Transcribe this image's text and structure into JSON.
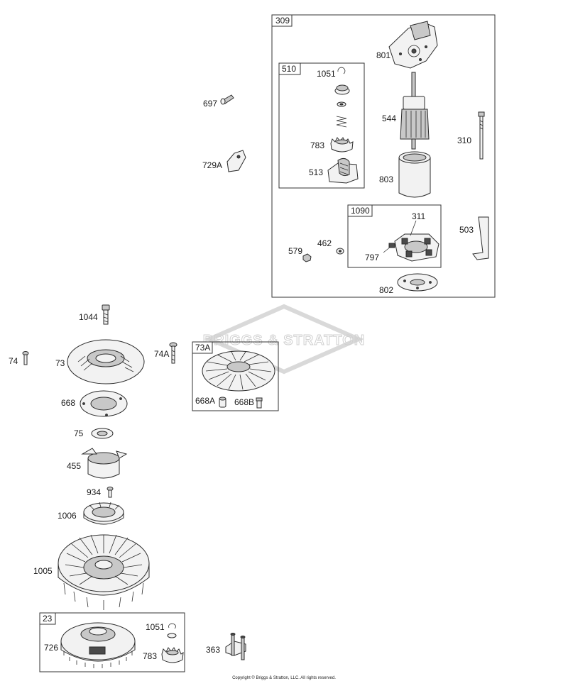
{
  "watermark": "BRIGGS & STRATTON",
  "copyright": "Copyright © Briggs & Stratton, LLC. All rights reserved.",
  "groups": {
    "g309": "309",
    "g510": "510",
    "g1090": "1090",
    "g73A": "73A",
    "g23": "23"
  },
  "labels": {
    "p697": "697",
    "p729A": "729A",
    "p801": "801",
    "p1051a": "1051",
    "p544": "544",
    "p310": "310",
    "p783a": "783",
    "p513": "513",
    "p803": "803",
    "p311": "311",
    "p503": "503",
    "p579": "579",
    "p462": "462",
    "p797": "797",
    "p802": "802",
    "p1044": "1044",
    "p74": "74",
    "p73": "73",
    "p74A": "74A",
    "p668": "668",
    "p668A": "668A",
    "p668B": "668B",
    "p75": "75",
    "p455": "455",
    "p934": "934",
    "p1006": "1006",
    "p1005": "1005",
    "p726": "726",
    "p1051b": "1051",
    "p783b": "783",
    "p363": "363"
  }
}
